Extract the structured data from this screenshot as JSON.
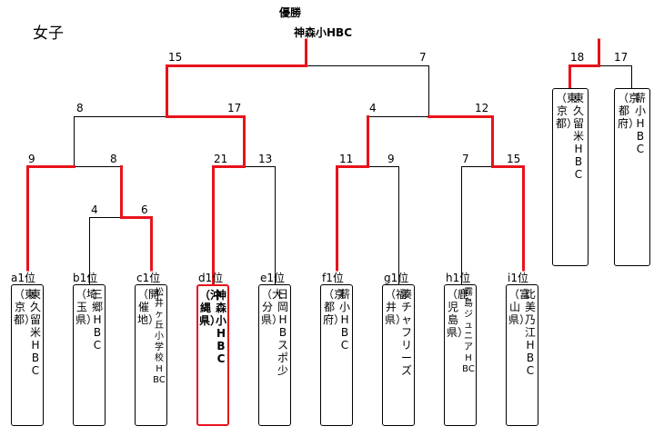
{
  "title": "女子",
  "champion": {
    "heading": "優勝",
    "name": "神森小HBC"
  },
  "scores": {
    "final_left": "15",
    "final_right": "7",
    "sf1_left": "8",
    "sf1_right": "17",
    "sf2_left": "4",
    "sf2_right": "12",
    "qf_ab_left": "9",
    "qf_ab_right": "8",
    "r1_bc_left": "4",
    "r1_bc_right": "6",
    "qf_de_left": "21",
    "qf_de_right": "13",
    "qf_fg_left": "11",
    "qf_fg_right": "9",
    "qf_hi_left": "7",
    "qf_hi_right": "15",
    "side_left": "18",
    "side_right": "17"
  },
  "teams": [
    {
      "pos": "a1位",
      "col1": "東久留米HBC",
      "col2": "（東京都）"
    },
    {
      "pos": "b1位",
      "col1": "三郷HBC",
      "col2": "（埼玉県）"
    },
    {
      "pos": "c1位",
      "col1": "松井ヶ丘小学校HBC",
      "col2": "（開催地）"
    },
    {
      "pos": "d1位",
      "col1": "神森小HBC",
      "col2": "（沖縄県）"
    },
    {
      "pos": "e1位",
      "col1": "日岡HBスポ少",
      "col2": "（大分県）"
    },
    {
      "pos": "f1位",
      "col1": "薪小HBC",
      "col2": "（京都府）"
    },
    {
      "pos": "g1位",
      "col1": "湊チャフリーズ",
      "col2": "（福井県）"
    },
    {
      "pos": "h1位",
      "col1": "霧島ジュニアHBC",
      "col2": "（鹿児島県）"
    },
    {
      "pos": "i1位",
      "col1": "比美乃江HBC",
      "col2": "（富山県）"
    }
  ],
  "side_teams": [
    {
      "col1": "東久留米HBC",
      "col2": "（東京都）"
    },
    {
      "col1": "薪小HBC",
      "col2": "（京都府）"
    }
  ],
  "colors": {
    "win_line": "#e8121b",
    "line": "#000000"
  }
}
